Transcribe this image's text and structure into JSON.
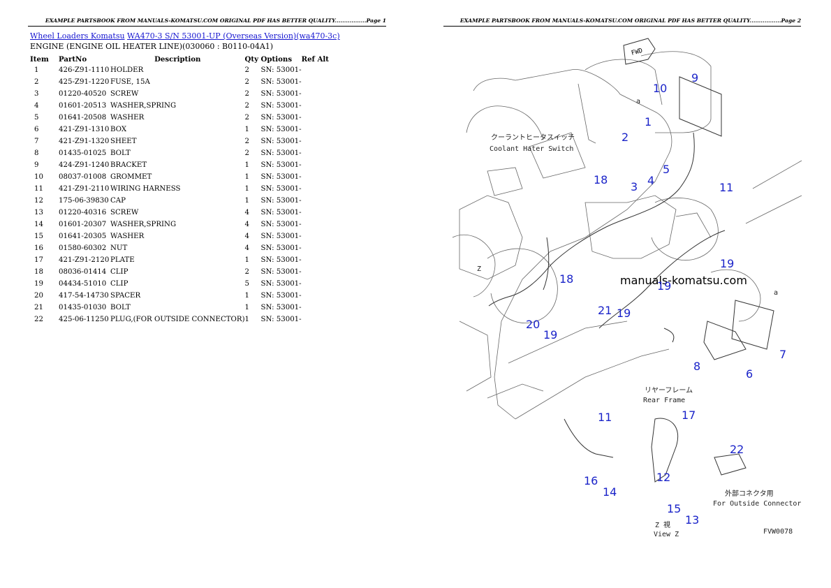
{
  "header": {
    "page1": "EXAMPLE PARTSBOOK FROM MANUALS-KOMATSU.COM ORIGINAL PDF HAS BETTER QUALITY.................Page 1",
    "page2": "EXAMPLE PARTSBOOK FROM MANUALS-KOMATSU.COM ORIGINAL PDF HAS BETTER QUALITY.................Page 2"
  },
  "breadcrumb": {
    "link1": "Wheel Loaders Komatsu",
    "link2": "WA470-3 S/N 53001-UP (Overseas Version)(wa470-3c)"
  },
  "subtitle": "ENGINE (ENGINE OIL HEATER LINE)(030060 : B0110-04A1)",
  "table": {
    "headers": {
      "item": "Item",
      "partno": "PartNo",
      "description": "Description",
      "qty": "Qty",
      "options": "Options",
      "refalt": "Ref Alt"
    },
    "rows": [
      {
        "item": "1",
        "partno": "426-Z91-1110",
        "description": "HOLDER",
        "qty": "2",
        "options": "SN: 53001-"
      },
      {
        "item": "2",
        "partno": "425-Z91-1220",
        "description": "FUSE, 15A",
        "qty": "2",
        "options": "SN: 53001-"
      },
      {
        "item": "3",
        "partno": "01220-40520",
        "description": "SCREW",
        "qty": "2",
        "options": "SN: 53001-"
      },
      {
        "item": "4",
        "partno": "01601-20513",
        "description": "WASHER,SPRING",
        "qty": "2",
        "options": "SN: 53001-"
      },
      {
        "item": "5",
        "partno": "01641-20508",
        "description": "WASHER",
        "qty": "2",
        "options": "SN: 53001-"
      },
      {
        "item": "6",
        "partno": "421-Z91-1310",
        "description": "BOX",
        "qty": "1",
        "options": "SN: 53001-"
      },
      {
        "item": "7",
        "partno": "421-Z91-1320",
        "description": "SHEET",
        "qty": "2",
        "options": "SN: 53001-"
      },
      {
        "item": "8",
        "partno": "01435-01025",
        "description": "BOLT",
        "qty": "2",
        "options": "SN: 53001-"
      },
      {
        "item": "9",
        "partno": "424-Z91-1240",
        "description": "BRACKET",
        "qty": "1",
        "options": "SN: 53001-"
      },
      {
        "item": "10",
        "partno": "08037-01008",
        "description": "GROMMET",
        "qty": "1",
        "options": "SN: 53001-"
      },
      {
        "item": "11",
        "partno": "421-Z91-2110",
        "description": "WIRING HARNESS",
        "qty": "1",
        "options": "SN: 53001-"
      },
      {
        "item": "12",
        "partno": "175-06-39830",
        "description": "CAP",
        "qty": "1",
        "options": "SN: 53001-"
      },
      {
        "item": "13",
        "partno": "01220-40316",
        "description": "SCREW",
        "qty": "4",
        "options": "SN: 53001-"
      },
      {
        "item": "14",
        "partno": "01601-20307",
        "description": "WASHER,SPRING",
        "qty": "4",
        "options": "SN: 53001-"
      },
      {
        "item": "15",
        "partno": "01641-20305",
        "description": "WASHER",
        "qty": "4",
        "options": "SN: 53001-"
      },
      {
        "item": "16",
        "partno": "01580-60302",
        "description": "NUT",
        "qty": "4",
        "options": "SN: 53001-"
      },
      {
        "item": "17",
        "partno": "421-Z91-2120",
        "description": "PLATE",
        "qty": "1",
        "options": "SN: 53001-"
      },
      {
        "item": "18",
        "partno": "08036-01414",
        "description": "CLIP",
        "qty": "2",
        "options": "SN: 53001-"
      },
      {
        "item": "19",
        "partno": "04434-51010",
        "description": "CLIP",
        "qty": "5",
        "options": "SN: 53001-"
      },
      {
        "item": "20",
        "partno": "417-54-14730",
        "description": "SPACER",
        "qty": "1",
        "options": "SN: 53001-"
      },
      {
        "item": "21",
        "partno": "01435-01030",
        "description": "BOLT",
        "qty": "1",
        "options": "SN: 53001-"
      },
      {
        "item": "22",
        "partno": "425-06-11250",
        "description": "PLUG,(FOR OUTSIDE CONNECTOR)",
        "qty": "1",
        "options": "SN: 53001-"
      }
    ]
  },
  "diagram": {
    "watermark": "manuals-komatsu.com",
    "fwd_label": "FWD",
    "switch_jp": "クーラントヒータスイッチ",
    "switch_en": "Coolant Hater Switch",
    "frame_jp": "リヤーフレーム",
    "frame_en": "Rear Frame",
    "connector_jp": "外部コネクタ用",
    "connector_en": "For Outside Connector",
    "view_jp": "Z 視",
    "view_en": "View Z",
    "drawing_code": "FVW0078",
    "ref_a": "a",
    "ref_z": "Z",
    "callouts": {
      "c1": "1",
      "c2": "2",
      "c3": "3",
      "c4": "4",
      "c5": "5",
      "c6": "6",
      "c7": "7",
      "c8": "8",
      "c9": "9",
      "c10": "10",
      "c11": "11",
      "c12": "12",
      "c13": "13",
      "c14": "14",
      "c15": "15",
      "c16": "16",
      "c17": "17",
      "c18": "18",
      "c19": "19",
      "c20": "20",
      "c21": "21",
      "c22": "22"
    }
  }
}
